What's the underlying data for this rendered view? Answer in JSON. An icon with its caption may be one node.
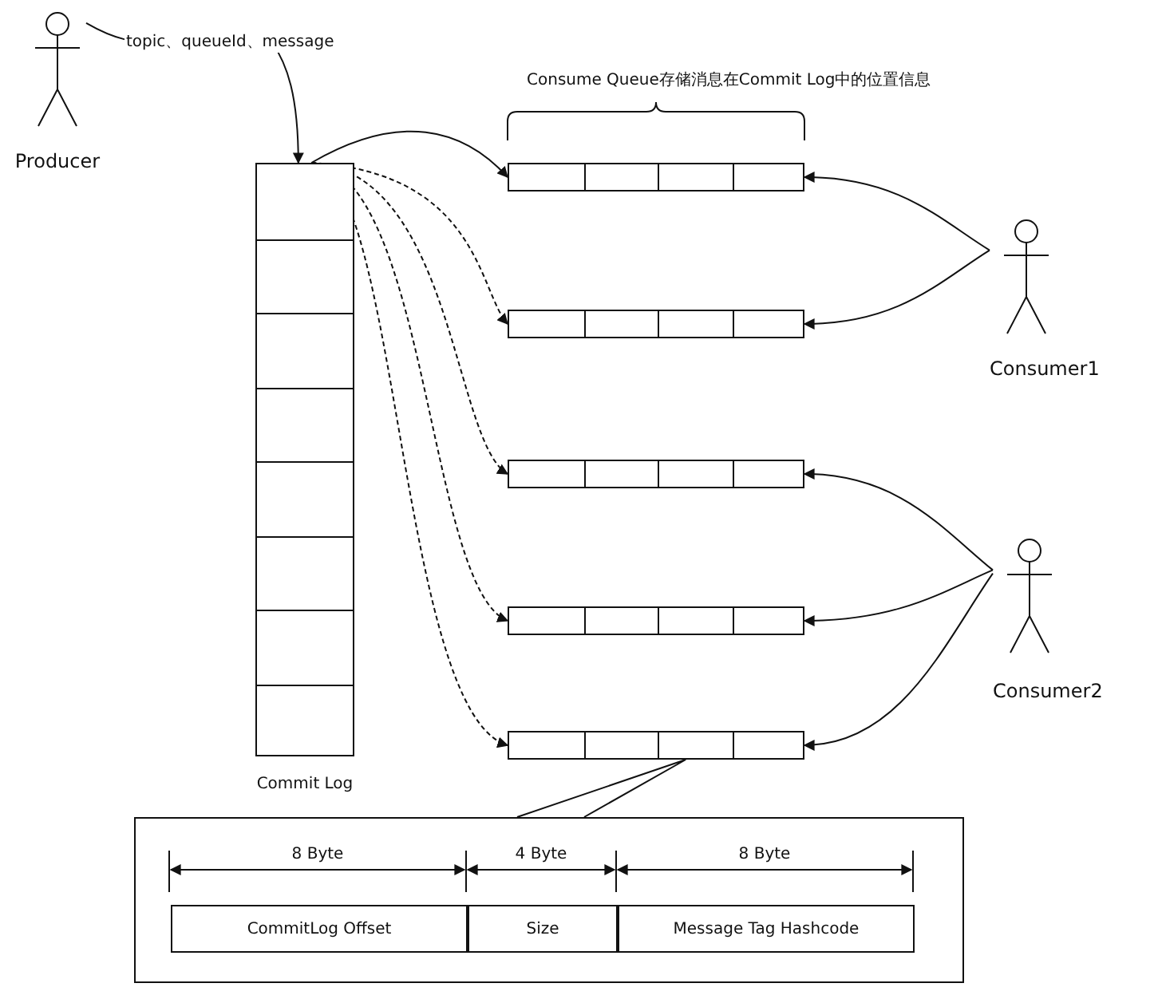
{
  "diagram": {
    "nodes": [
      {
        "text": [
          "Producer"
        ]
      },
      {
        "text": [
          "Commit Log"
        ]
      },
      {
        "text": [],
        "shape": "box"
      },
      {
        "text": [],
        "shape": "box"
      },
      {
        "text": [],
        "shape": "box"
      },
      {
        "text": [],
        "shape": "box"
      },
      {
        "text": [],
        "shape": "box"
      },
      {
        "text": [
          "Consumer1"
        ]
      },
      {
        "text": [
          "Consumer2"
        ]
      },
      {
        "text": [],
        "shape": "box"
      },
      {
        "text": [
          "CommitLog Offset"
        ],
        "in": 9
      },
      {
        "text": [
          "Size"
        ],
        "in": 9
      },
      {
        "text": [
          "Message Tag Hashcode"
        ],
        "in": 9
      }
    ],
    "edges": [
      {
        "from": 0,
        "to": 1,
        "arrow": "to",
        "label": "topic、queueId、message"
      },
      {
        "from": 1,
        "to": 2,
        "arrow": "to"
      },
      {
        "from": 1,
        "to": 3,
        "arrow": "to",
        "style": "dashed"
      },
      {
        "from": 1,
        "to": 4,
        "arrow": "to",
        "style": "dashed"
      },
      {
        "from": 1,
        "to": 5,
        "arrow": "to",
        "style": "dashed"
      },
      {
        "from": 1,
        "to": 6,
        "arrow": "to",
        "style": "dashed"
      },
      {
        "from": 7,
        "to": 2,
        "arrow": "to"
      },
      {
        "from": 7,
        "to": 3,
        "arrow": "to"
      },
      {
        "from": 8,
        "to": 4,
        "arrow": "to"
      },
      {
        "from": 8,
        "to": 5,
        "arrow": "to"
      },
      {
        "from": 8,
        "to": 6,
        "arrow": "to"
      },
      {
        "from": 6,
        "to": 9,
        "arrow": "none"
      }
    ],
    "labels": [
      "Consume Queue存储消息在Commit Log中的位置信息",
      "8 Byte",
      "4 Byte",
      "8 Byte"
    ]
  }
}
